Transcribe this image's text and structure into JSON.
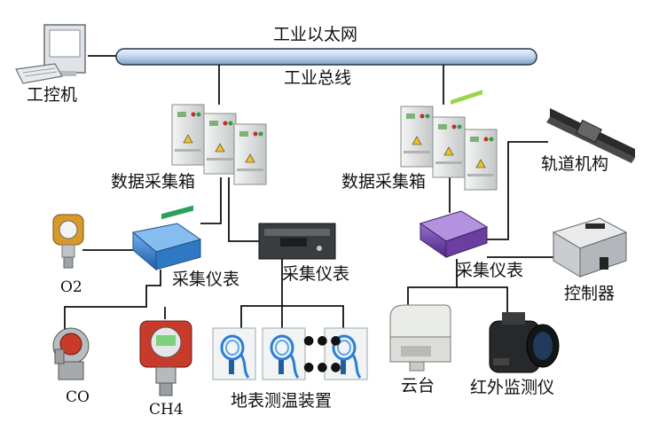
{
  "network": {
    "ethernet_label": "工业以太网",
    "fieldbus_label": "工业总线"
  },
  "devices": {
    "ipc": "工控机",
    "daq_box_left": "数据采集箱",
    "daq_box_right": "数据采集箱",
    "collector_left": "采集仪表",
    "collector_middle": "采集仪表",
    "collector_right": "采集仪表",
    "rail": "轨道机构",
    "controller": "控制器",
    "o2_sensor": "O2",
    "co_sensor": "CO",
    "ch4_sensor": "CH4",
    "ground_temp": "地表测温装置",
    "pan_tilt": "云台",
    "infrared": "红外监测仪"
  },
  "colors": {
    "bus_fill": "#bcd4ec",
    "bus_edge": "#24364f",
    "wire": "#111111",
    "cabinet": "#d9dbdb",
    "collector_blue": "#2f78c4",
    "collector_purple": "#6b3fa0",
    "sensor_red": "#c83a2a",
    "probe_blue": "#2a7fd4"
  }
}
